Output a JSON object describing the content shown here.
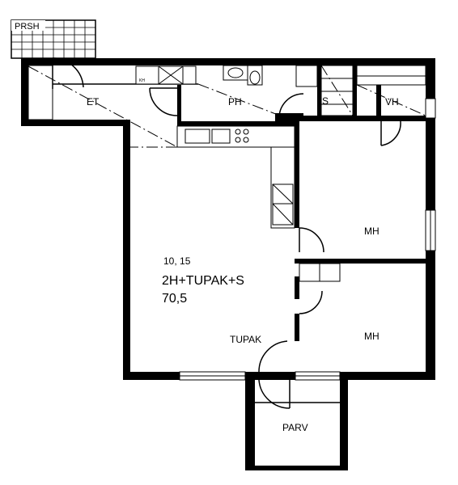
{
  "rooms": {
    "prsh": "PRSH",
    "et": "ET",
    "ph": "PH",
    "s": "S",
    "vh": "VH",
    "mh_top": "MH",
    "mh_bottom": "MH",
    "tupak": "TUPAK",
    "parv": "PARV"
  },
  "unit": {
    "ref": "10, 15",
    "type": "2H+TUPAK+S",
    "area": "70,5"
  },
  "fixtures": {
    "kh_label": "KH"
  }
}
